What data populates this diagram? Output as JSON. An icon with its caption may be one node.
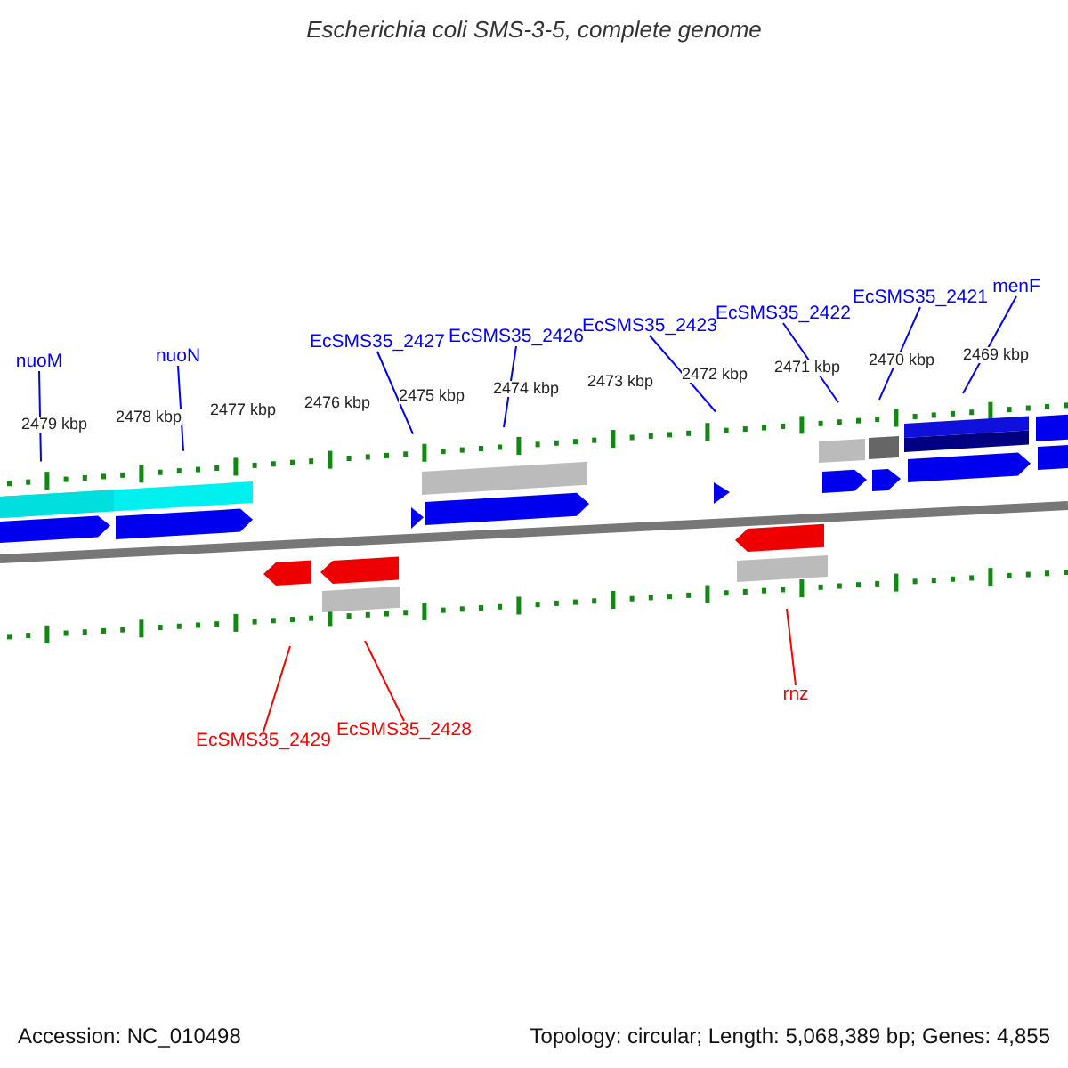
{
  "diagram": {
    "title": "Escherichia coli SMS-3-5, complete genome",
    "nodes": [
      {
        "text": [
          "nuoM"
        ]
      },
      {
        "text": [
          "nuoN"
        ]
      },
      {
        "text": [
          "EcSMS35_2427"
        ]
      },
      {
        "text": [
          "EcSMS35_2426"
        ]
      },
      {
        "text": [
          "EcSMS35_2423"
        ]
      },
      {
        "text": [
          "EcSMS35_2422"
        ]
      },
      {
        "text": [
          "EcSMS35_2421"
        ]
      },
      {
        "text": [
          "menF"
        ]
      },
      {
        "text": [
          "EcSMS35_2429"
        ]
      },
      {
        "text": [
          "EcSMS35_2428"
        ]
      },
      {
        "text": [
          "rnz"
        ]
      }
    ],
    "edges": [
      {
        "from": 0,
        "to": null,
        "arrow": "none"
      },
      {
        "from": 1,
        "to": null,
        "arrow": "none"
      },
      {
        "from": 2,
        "to": null,
        "arrow": "none"
      },
      {
        "from": 3,
        "to": null,
        "arrow": "none"
      },
      {
        "from": 4,
        "to": null,
        "arrow": "none"
      },
      {
        "from": 5,
        "to": null,
        "arrow": "none"
      },
      {
        "from": 6,
        "to": null,
        "arrow": "none"
      },
      {
        "from": 7,
        "to": null,
        "arrow": "none"
      },
      {
        "from": 8,
        "to": null,
        "arrow": "none",
        "color": "#ff0000"
      },
      {
        "from": 9,
        "to": null,
        "arrow": "none",
        "color": "#ff0000"
      },
      {
        "from": 10,
        "to": null,
        "arrow": "none",
        "color": "#ff0000"
      }
    ],
    "labels": [
      "2479 kbp",
      "2478 kbp",
      "2477 kbp",
      "2476 kbp",
      "2475 kbp",
      "2474 kbp",
      "2473 kbp",
      "2472 kbp",
      "2471 kbp",
      "2470 kbp",
      "2469 kbp",
      "Accession: NC_010498",
      "Topology: circular; Length: 5,068,389 bp; Genes: 4,855"
    ]
  }
}
